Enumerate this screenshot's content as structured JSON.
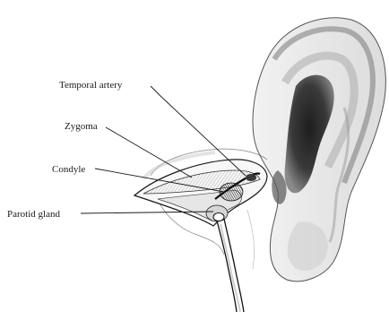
{
  "figure": {
    "labels": {
      "temporal_artery": "Temporal artery",
      "zygoma": "Zygoma",
      "condyle": "Condyle",
      "parotid_gland": "Parotid gland"
    }
  }
}
